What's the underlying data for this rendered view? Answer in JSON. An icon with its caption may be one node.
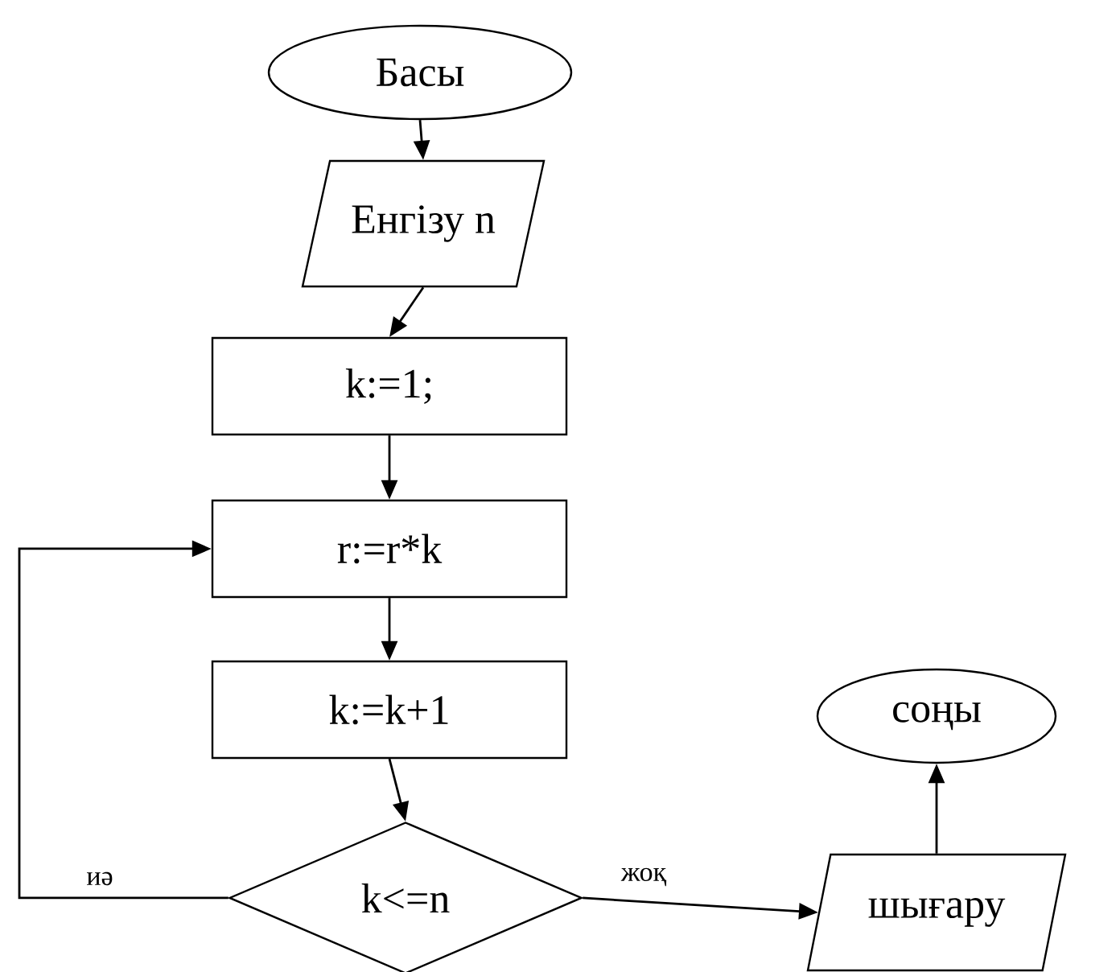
{
  "diagram": {
    "nodes": [
      {
        "text": [
          "Басы"
        ]
      },
      {
        "text": [
          "Енгізу n"
        ]
      },
      {
        "text": [
          "k:=1;"
        ]
      },
      {
        "text": [
          "r:=r*k"
        ]
      },
      {
        "text": [
          "k:=k+1"
        ]
      },
      {
        "text": [
          "k<=n"
        ]
      },
      {
        "text": [
          "шығару"
        ]
      },
      {
        "text": [
          "соңы"
        ]
      }
    ],
    "edges": [
      {
        "from": 0,
        "to": 1,
        "arrow": "to"
      },
      {
        "from": 1,
        "to": 2,
        "arrow": "to"
      },
      {
        "from": 2,
        "to": 3,
        "arrow": "to"
      },
      {
        "from": 3,
        "to": 4,
        "arrow": "to"
      },
      {
        "from": 4,
        "to": 5,
        "arrow": "to"
      },
      {
        "from": 5,
        "to": 3,
        "arrow": "to",
        "label": "иә"
      },
      {
        "from": 5,
        "to": 6,
        "arrow": "to",
        "label": "жоқ"
      },
      {
        "from": 6,
        "to": 7,
        "arrow": "to"
      }
    ]
  }
}
